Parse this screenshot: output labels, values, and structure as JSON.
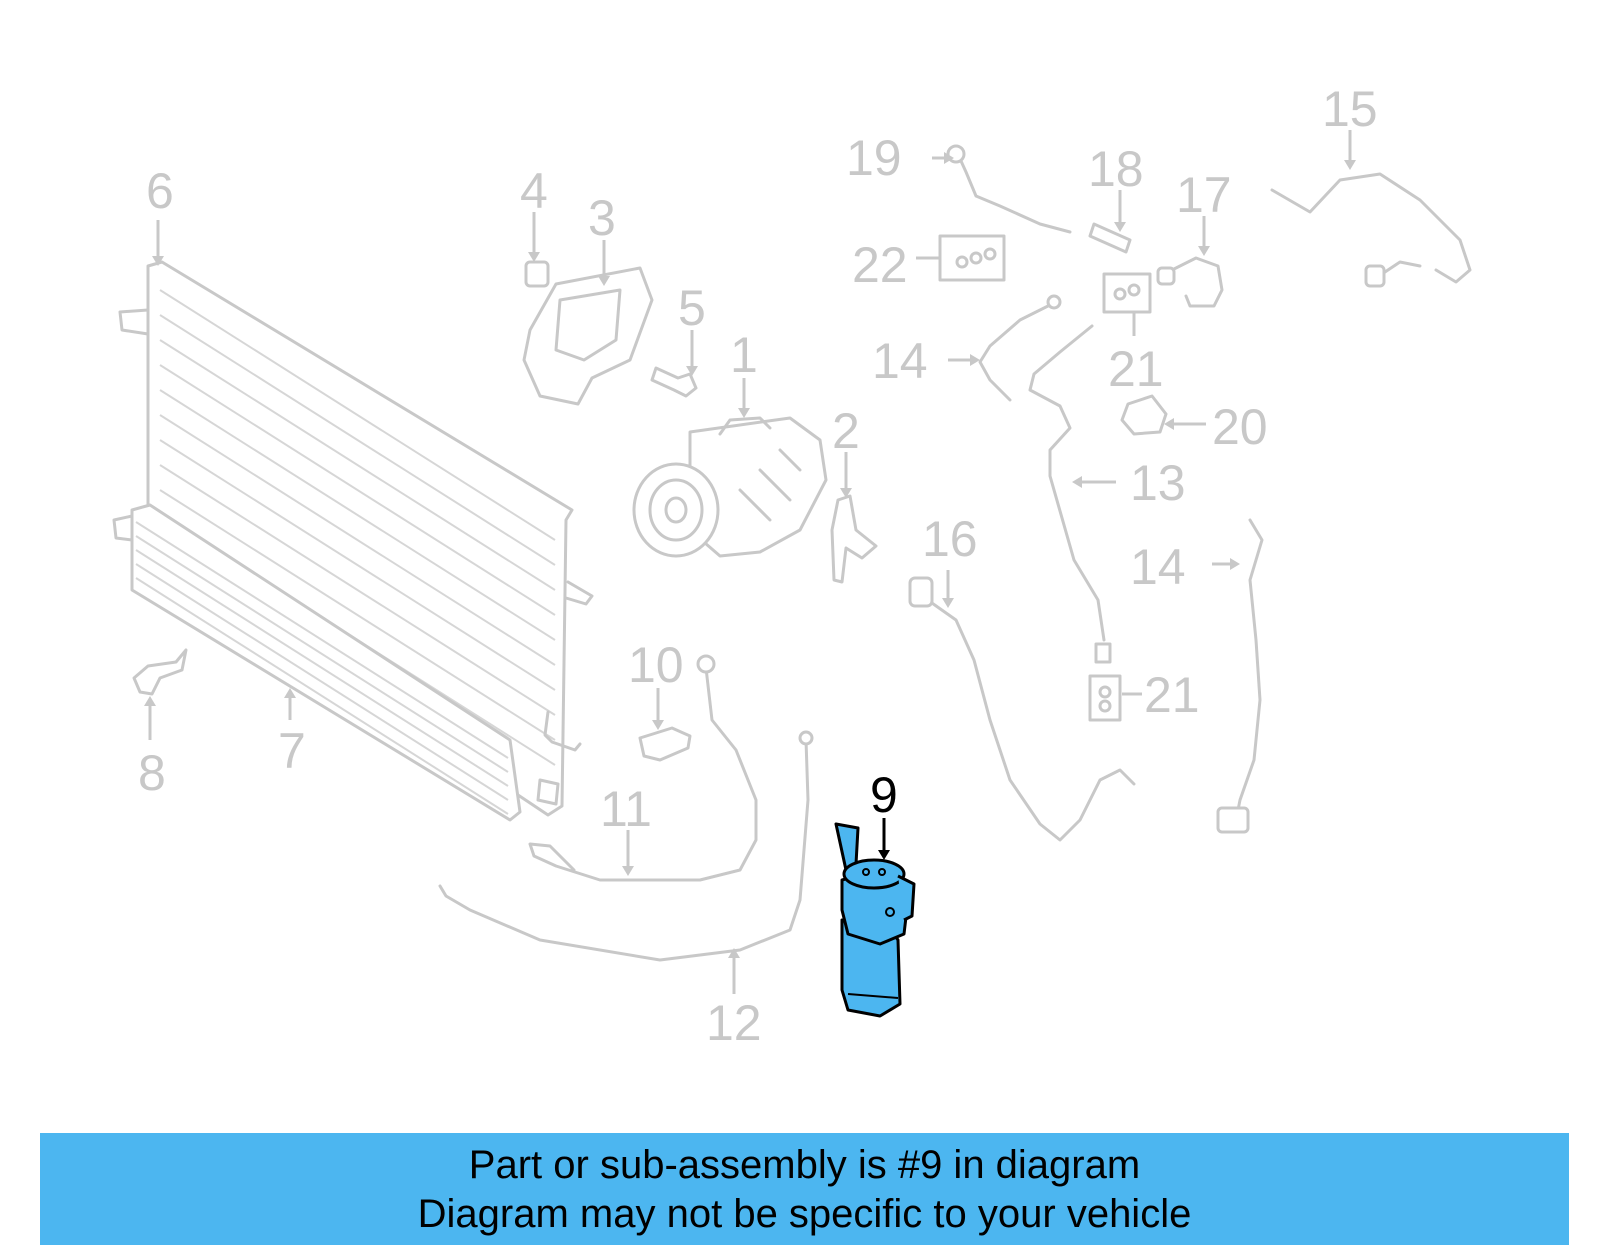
{
  "diagram": {
    "highlighted_part": "9",
    "callouts": [
      "1",
      "2",
      "3",
      "4",
      "5",
      "6",
      "7",
      "8",
      "9",
      "10",
      "11",
      "12",
      "13",
      "14",
      "14",
      "15",
      "16",
      "17",
      "18",
      "19",
      "20",
      "21",
      "21",
      "22"
    ],
    "colors": {
      "highlight_fill": "#4cb6f0",
      "banner_bg": "#4cb6f0",
      "outline_gray": "#c8c8c8"
    }
  },
  "banner": {
    "line1": "Part or sub-assembly is #9 in diagram",
    "line2": "Diagram may not be specific to your vehicle"
  }
}
